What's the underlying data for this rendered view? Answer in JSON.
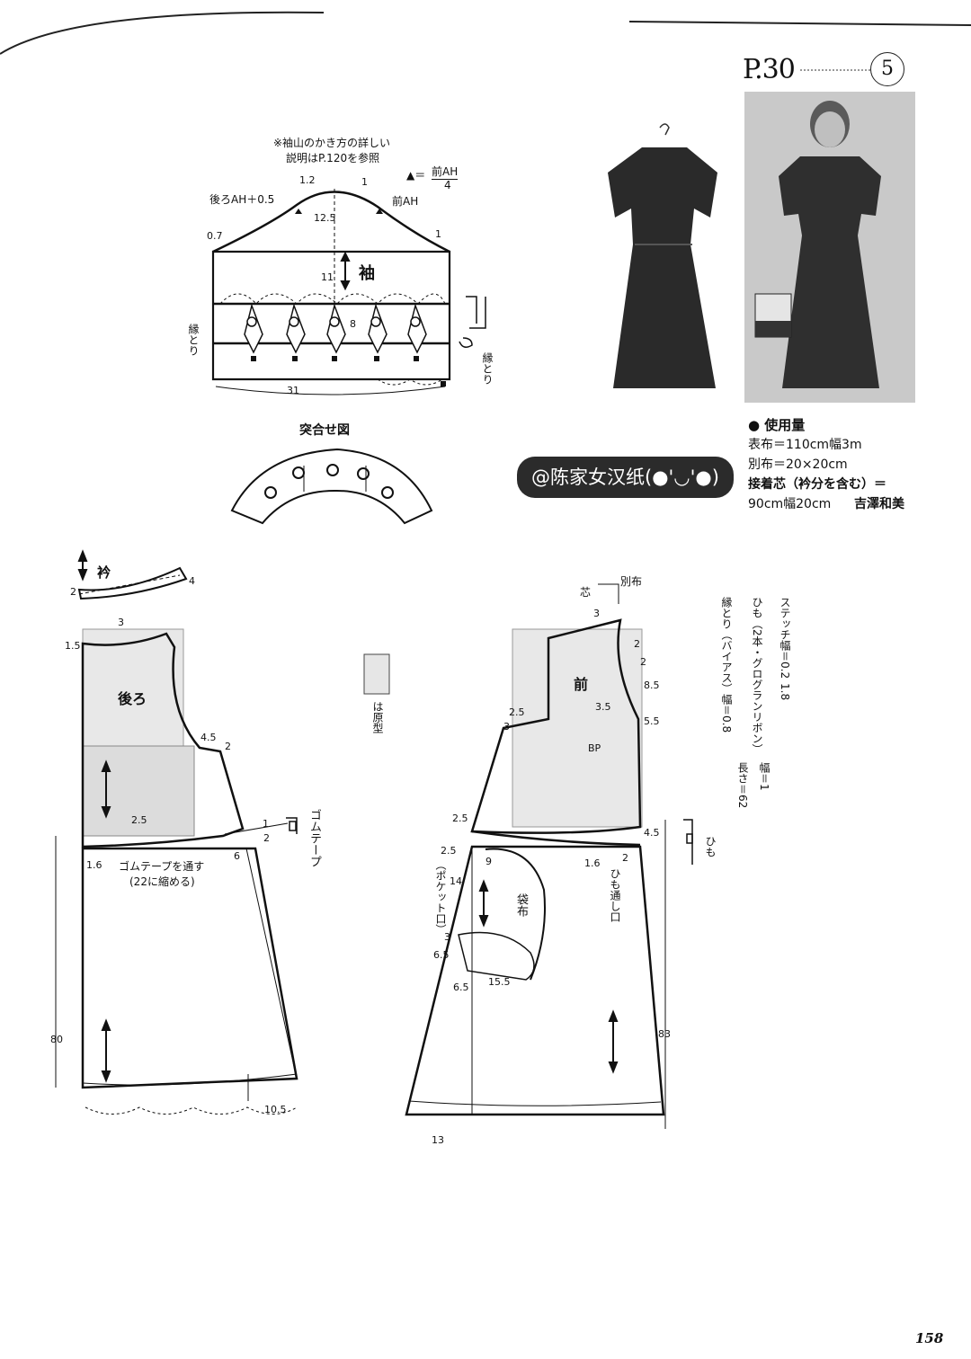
{
  "header": {
    "page_ref": "P.30",
    "item_number": "5"
  },
  "sleeve": {
    "note_line1": "※袖山のかき方の詳しい",
    "note_line2": "説明はP.120を参照",
    "legend_symbol": "▲＝",
    "legend_front_ah": "前AH",
    "legend_divisor": "4",
    "back_ah": "後ろAH＋0.5",
    "front_ah": "前AH",
    "label": "袖",
    "dims": {
      "d12": "1.2",
      "d1a": "1",
      "d125": "12.5",
      "d1b": "1",
      "d07": "0.7",
      "d11": "11",
      "d8": "8",
      "d31": "31"
    },
    "binding": "縁とり",
    "binding2": "縁とり"
  },
  "assembly": {
    "title": "突合せ図"
  },
  "watermark": "@陈家女汉纸(●'◡'●)",
  "materials": {
    "title": "● 使用量",
    "line1": "表布＝110cm幅3m",
    "line2": "別布＝20×20cm",
    "line3": "接着芯（衿分を含む）＝",
    "line4": "90cm幅20cm",
    "designer": "吉澤和美"
  },
  "collar": {
    "label": "衿",
    "d2": "2",
    "d4": "4"
  },
  "back": {
    "label": "後ろ",
    "d3": "3",
    "d15": "1.5",
    "d45": "4.5",
    "d2": "2",
    "d25": "2.5",
    "d16": "1.6",
    "d1": "1",
    "d2b": "2",
    "d6": "6",
    "elastic_note1": "ゴムテープを通す",
    "elastic_note2": "(22に縮める)",
    "elastic": "ゴムテープ",
    "d80": "80",
    "d105": "10.5"
  },
  "legend": {
    "pattern": "は原型"
  },
  "notes": {
    "stitch": "ステッチ幅＝0.2",
    "stitch2": "1.8",
    "tie": "ひも（2本・グログランリボン）",
    "tie_w": "幅＝1",
    "tie_l": "長さ＝62",
    "bias": "縁とり（バイアス）幅＝0.8"
  },
  "front": {
    "label": "前",
    "interfacing": "芯",
    "contrast": "別布",
    "d3a": "3",
    "d2a": "2",
    "d2b": "2",
    "d85": "8.5",
    "d35": "3.5",
    "d55": "5.5",
    "d25a": "2.5",
    "d3b": "3",
    "bp": "BP",
    "d25b": "2.5",
    "d25c": "2.5",
    "d9": "9",
    "d16": "1.6",
    "d2c": "2",
    "d45": "4.5",
    "d14": "14",
    "d3c": "3",
    "d65a": "6.5",
    "d65b": "6.5",
    "d155": "15.5",
    "pocket_bag": "袋布",
    "pocket_mouth": "（ポケット口）",
    "tie_channel": "ひも通し口",
    "tie": "ひも",
    "d83": "83",
    "d13": "13"
  },
  "footer": {
    "folio": "158"
  }
}
